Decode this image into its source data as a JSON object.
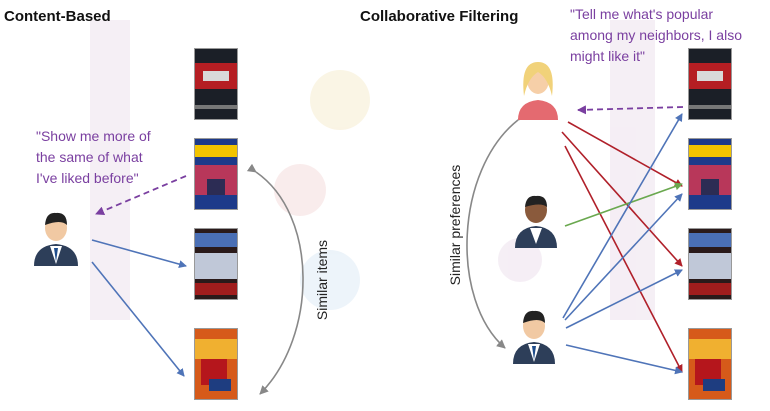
{
  "content_based": {
    "title": "Content-Based",
    "quote_lines": [
      "\"Show me more of",
      "the same of what",
      "I've liked before\""
    ],
    "axis_label": "Similar items"
  },
  "collaborative": {
    "title": "Collaborative Filtering",
    "quote_lines": [
      "\"Tell me what's popular",
      "among my neighbors, I also",
      "might like it\""
    ],
    "axis_label": "Similar preferences"
  },
  "colors": {
    "quote": "#7a3fa0",
    "arrow_blue": "#4f74b8",
    "arrow_red": "#b0202a",
    "arrow_green": "#6aa84f",
    "arrow_dashed": "#7a3fa0",
    "curve": "#888888"
  },
  "icons": [
    "user-icon",
    "female-user-icon",
    "male-user-icon",
    "movie-poster-icon"
  ]
}
